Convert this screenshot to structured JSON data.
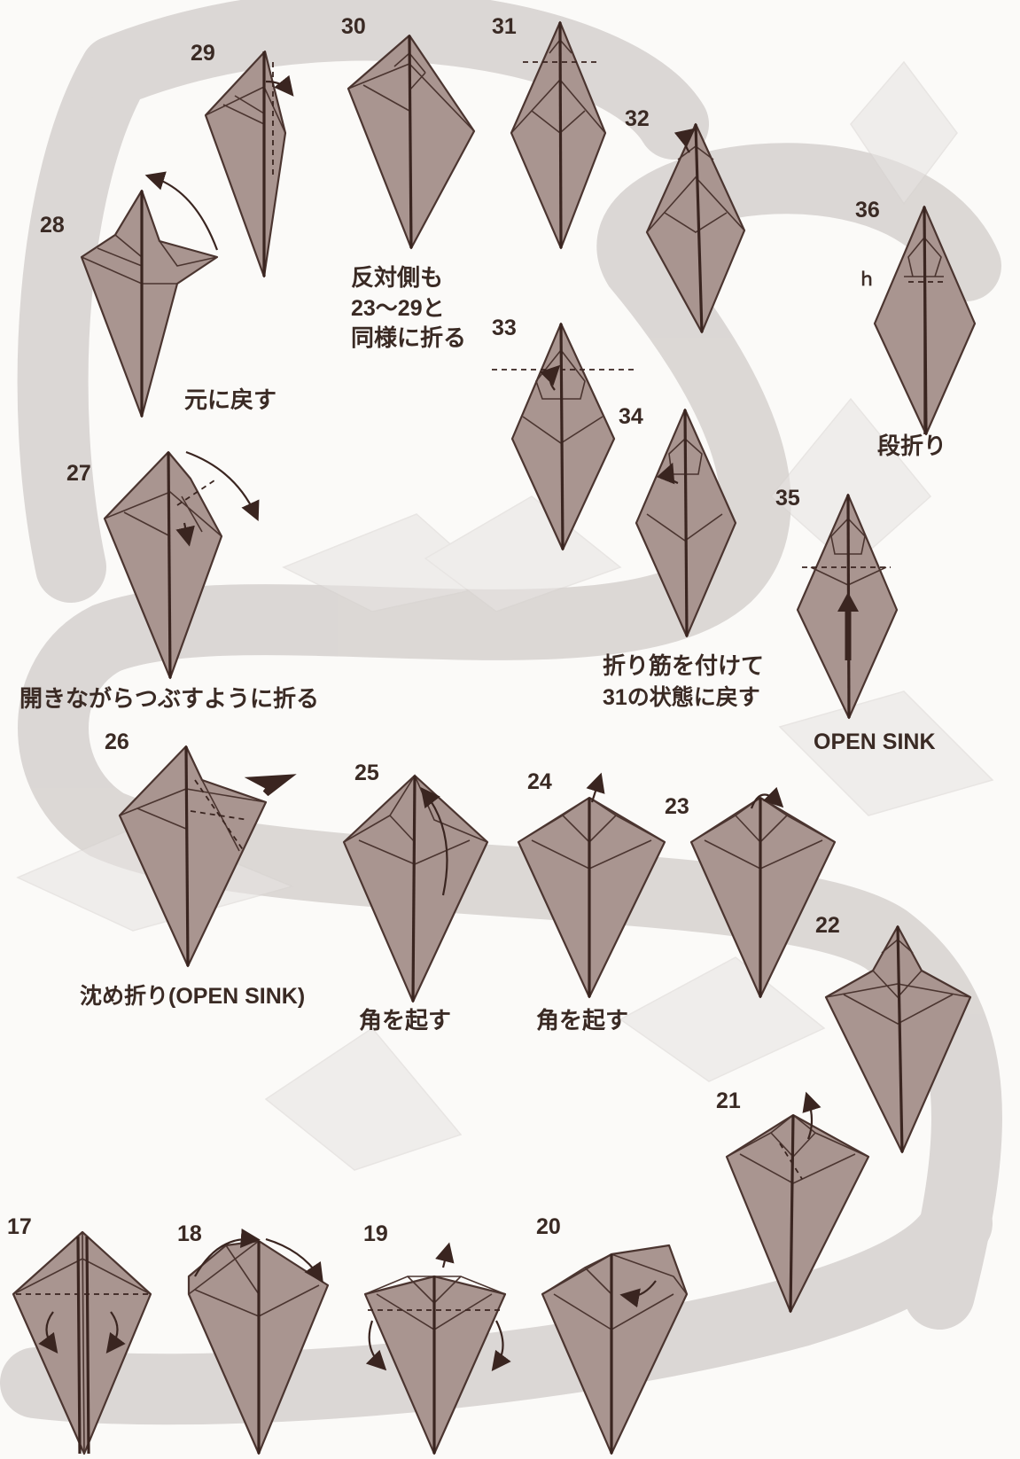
{
  "steps": {
    "s17": "17",
    "s18": "18",
    "s19": "19",
    "s20": "20",
    "s21": "21",
    "s22": "22",
    "s23": "23",
    "s24": "24",
    "s25": "25",
    "s26": "26",
    "s27": "27",
    "s28": "28",
    "s29": "29",
    "s30": "30",
    "s31": "31",
    "s32": "32",
    "s33": "33",
    "s34": "34",
    "s35": "35",
    "s36": "36"
  },
  "captions": {
    "c30a": "反対側も",
    "c30b": "23〜29と",
    "c30c": "同様に折る",
    "c28": "元に戻す",
    "c27": "開きながらつぶすように折る",
    "c34a": "折り筋を付けて",
    "c34b": "31の状態に戻す",
    "c35": "OPEN SINK",
    "c36": "段折り",
    "c26": "沈め折り(OPEN SINK)",
    "c25": "角を起す",
    "c24": "角を起す"
  },
  "colors": {
    "paper": "#a99590",
    "outline": "#4b3530",
    "background_band": "#d2cdcb"
  }
}
